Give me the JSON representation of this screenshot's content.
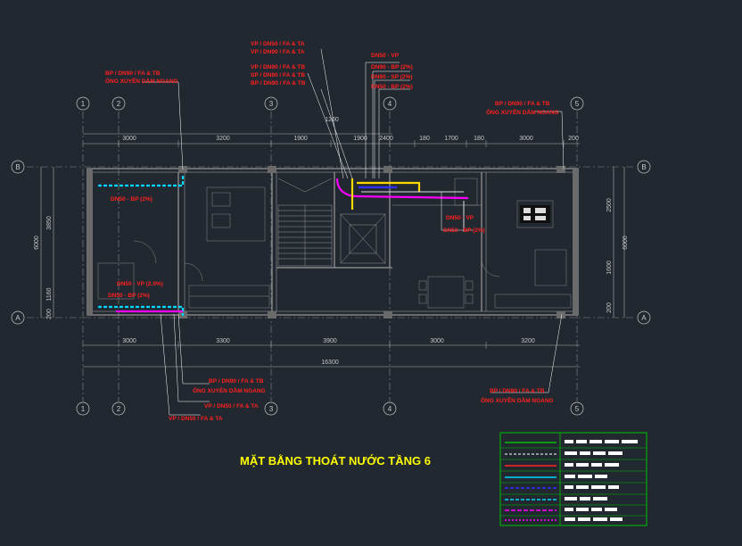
{
  "drawing_title": "MẶT BẰNG THOÁT NƯỚC TẦNG 6",
  "colors": {
    "background": "#212830",
    "wall": "#9a9a9a",
    "label_red": "#ff2020",
    "title_yellow": "#ffff00",
    "pipe_cyan": "#00d8ff",
    "pipe_magenta": "#ff00ff",
    "pipe_yellow": "#ffd800",
    "pipe_blue": "#3030ff",
    "legend_green": "#00c000"
  },
  "grid_axes": {
    "columns": [
      "1",
      "2",
      "3",
      "4",
      "5"
    ],
    "rows": [
      "B",
      "A"
    ]
  },
  "dimensions": {
    "top": [
      "3000",
      "3200",
      "1900",
      "1900",
      "2400",
      "180",
      "1700",
      "180",
      "3000",
      "200"
    ],
    "top_small": "1200",
    "bottom": [
      "3000",
      "3300",
      "3900",
      "3000",
      "3200"
    ],
    "bottom_total": "16300",
    "left": [
      "6000",
      "3850",
      "1160",
      "200"
    ],
    "right": [
      "2500",
      "1600",
      "6000",
      "200"
    ]
  },
  "labels": {
    "top_left_a": "BP / DN90 / FA & TB",
    "top_left_b": "ỐNG XUYÊN DẦM NGANG",
    "stair_a": "VP / DN50 / FA & TA",
    "stair_b": "VP / DN90 / FA & TA",
    "stair_c": "VP / DN90 / FA & TB",
    "stair_d": "SP / DN90 / FA & TB",
    "stair_e": "BP / DN90 / FA & TB",
    "shaft_a": "DN50 - VP",
    "shaft_b": "DN90 - BP (2%)",
    "shaft_c": "DN90 - SP (2%)",
    "shaft_d": "DN50 - BP (2%)",
    "top_right_a": "BP / DN90 / FA & TB",
    "top_right_b": "ỐNG XUYÊN DẦM NGANG",
    "room_left_top": "DN50 - BP (2%)",
    "room_left_b1": "DN50 - VP (2.0%)",
    "room_left_b2": "DN50 - BP (2%)",
    "mid_right_a": "DN50 - VP",
    "mid_right_b": "DN50 - BP (2%)",
    "bottom_left_a": "BP / DN90 / FA & TB",
    "bottom_left_b": "ỐNG XUYÊN DẦM NGANG",
    "bottom_left_c": "VP / DN50 / FA & TA",
    "bottom_left_d": "VP / DN50 / FA & TA",
    "bottom_right_a": "BP / DN90 / FA & TB",
    "bottom_right_b": "ỐNG XUYÊN DẦM NGANG"
  }
}
